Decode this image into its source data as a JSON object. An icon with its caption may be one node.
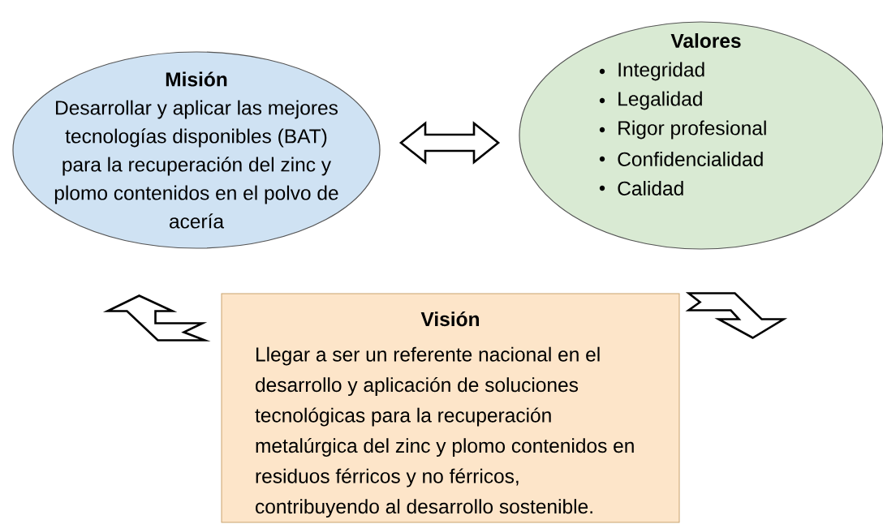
{
  "diagram": {
    "nodes": [
      {
        "text": [
          "Misión",
          "Desarrollar y aplicar las mejores tecnologías disponibles (BAT) para la recuperación del zinc y plomo contenidos en el polvo de acería"
        ]
      },
      {
        "text": [
          "Valores",
          "Integridad",
          "Legalidad",
          "Rigor profesional",
          "Confidencialidad",
          "Calidad"
        ]
      },
      {
        "text": [
          "Visión",
          "Llegar a ser un referente nacional en el desarrollo y aplicación de soluciones tecnológicas para la recuperación metalúrgica del zinc y plomo contenidos en residuos férricos y no férricos, contribuyendo al desarrollo sostenible."
        ]
      }
    ],
    "edges": [
      {
        "from": 0,
        "to": 1,
        "arrow": "both"
      },
      {
        "from": 1,
        "to": 2,
        "arrow": "to"
      },
      {
        "from": 2,
        "to": 0,
        "arrow": "to"
      }
    ]
  }
}
